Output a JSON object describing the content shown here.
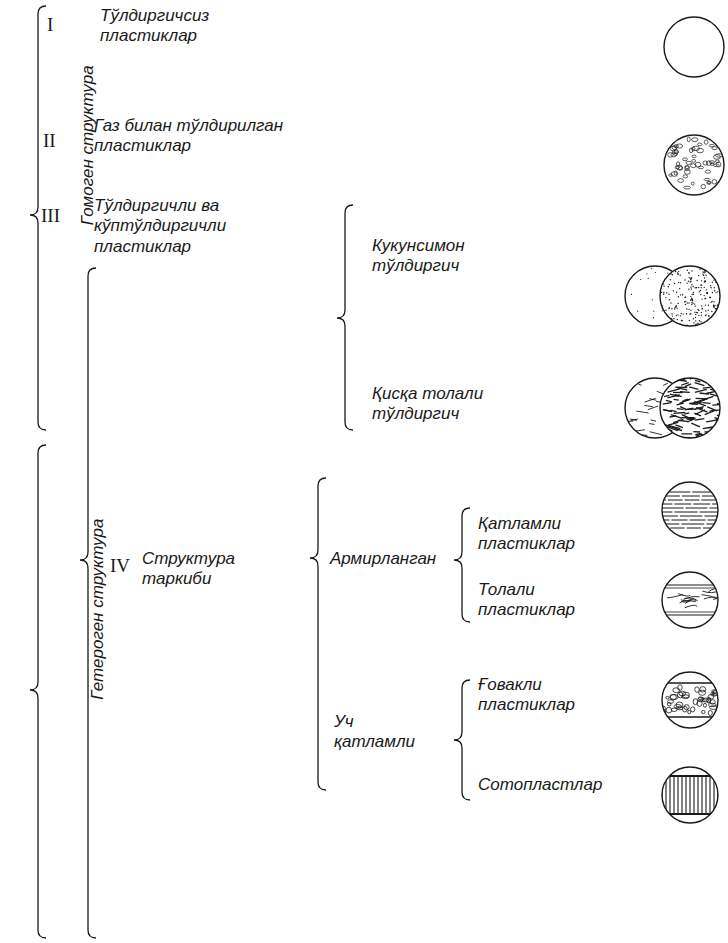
{
  "diagram": {
    "labels": [
      "Гомоген структура",
      "I",
      "Тўлдиргичсиз пластиклар",
      "II",
      "Газ билан тўлдирилган пластиклар",
      "III",
      "Тўлдиргичли ва кўптўлдиргичли пластиклар",
      "Кукунсимон тўлдиргич",
      "Қисқа толали тўлдиргич",
      "Гетероген структура",
      "IV",
      "Структура таркиби",
      "Армирланган",
      "Қатламли пластиклар",
      "Толали пластиклар",
      "Уч қатламли",
      "Ғовакли пластиклар",
      "Сотопластлар"
    ]
  }
}
